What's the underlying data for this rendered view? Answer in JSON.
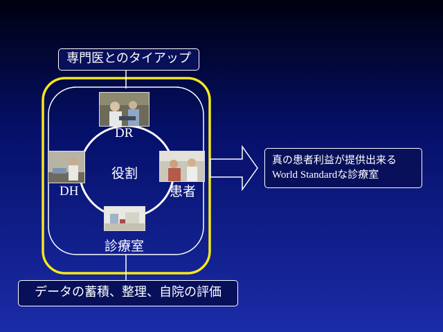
{
  "top_label": "専門医とのタイアップ",
  "bottom_label": "データの蓄積、整理、自院の評価",
  "center_label": "役割",
  "nodes": {
    "dr": "DR",
    "dh": "DH",
    "patient": "患者",
    "clinic": "診療室"
  },
  "benefit": {
    "line1": "真の患者利益が提供出来る",
    "line2": "World Standardな診療室"
  },
  "colors": {
    "outer_frame": "#f5e81a",
    "lines": "#ffffff",
    "background_top": "#000010",
    "background_bottom": "#1b2ca8"
  }
}
